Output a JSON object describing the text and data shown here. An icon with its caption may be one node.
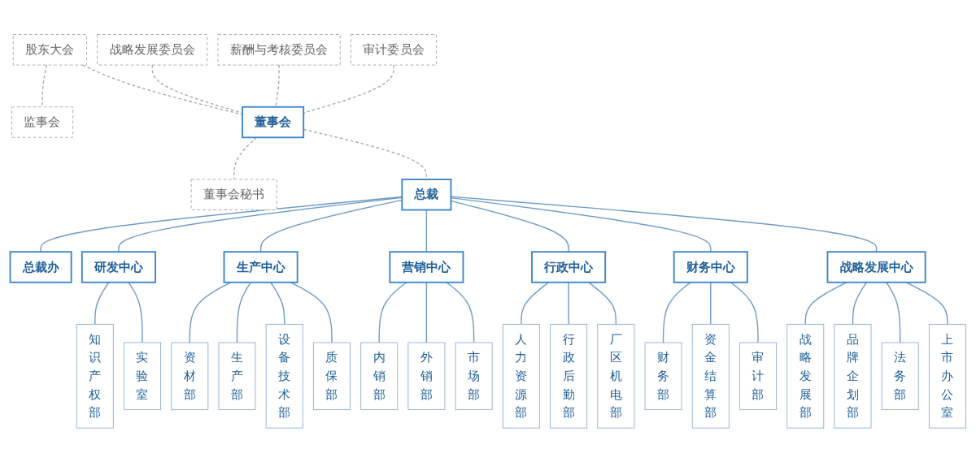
{
  "diagram": {
    "nodes": [
      {
        "text": [
          "股东大会"
        ]
      },
      {
        "text": [
          "监事会"
        ]
      },
      {
        "text": [
          "战略发展委员会"
        ]
      },
      {
        "text": [
          "薪酬与考核委员会"
        ]
      },
      {
        "text": [
          "审计委员会"
        ]
      },
      {
        "text": [
          "董事会"
        ]
      },
      {
        "text": [
          "董事会秘书"
        ]
      },
      {
        "text": [
          "总裁"
        ]
      },
      {
        "text": [
          "总裁办"
        ]
      },
      {
        "text": [
          "研发中心"
        ]
      },
      {
        "text": [
          "生产中心"
        ]
      },
      {
        "text": [
          "营销中心"
        ]
      },
      {
        "text": [
          "行政中心"
        ]
      },
      {
        "text": [
          "财务中心"
        ]
      },
      {
        "text": [
          "战略发展中心"
        ]
      },
      {
        "text": [
          "知识产权部"
        ]
      },
      {
        "text": [
          "实验室"
        ]
      },
      {
        "text": [
          "资材部"
        ]
      },
      {
        "text": [
          "生产部"
        ]
      },
      {
        "text": [
          "设备技术部"
        ]
      },
      {
        "text": [
          "质保部"
        ]
      },
      {
        "text": [
          "内销部"
        ]
      },
      {
        "text": [
          "外销部"
        ]
      },
      {
        "text": [
          "市场部"
        ]
      },
      {
        "text": [
          "人力资源部"
        ]
      },
      {
        "text": [
          "行政后勤部"
        ]
      },
      {
        "text": [
          "厂区机电部"
        ]
      },
      {
        "text": [
          "财务部"
        ]
      },
      {
        "text": [
          "资金结算部"
        ]
      },
      {
        "text": [
          "审计部"
        ]
      },
      {
        "text": [
          "战略发展部"
        ]
      },
      {
        "text": [
          "品牌企划部"
        ]
      },
      {
        "text": [
          "法务部"
        ]
      },
      {
        "text": [
          "上市办公室"
        ]
      }
    ],
    "edges": [
      {
        "from": 0,
        "to": 5,
        "arrow": "none",
        "style": "dashed",
        "color": "#aaaaaa"
      },
      {
        "from": 0,
        "to": 1,
        "arrow": "none",
        "style": "dashed",
        "color": "#aaaaaa"
      },
      {
        "from": 2,
        "to": 5,
        "arrow": "none",
        "style": "dashed",
        "color": "#aaaaaa"
      },
      {
        "from": 3,
        "to": 5,
        "arrow": "none",
        "style": "dashed",
        "color": "#aaaaaa"
      },
      {
        "from": 4,
        "to": 5,
        "arrow": "none",
        "style": "dashed",
        "color": "#aaaaaa"
      },
      {
        "from": 5,
        "to": 6,
        "arrow": "none",
        "style": "dashed",
        "color": "#aaaaaa"
      },
      {
        "from": 5,
        "to": 7,
        "arrow": "none",
        "style": "dashed",
        "color": "#aaaaaa"
      },
      {
        "from": 7,
        "to": 9,
        "arrow": "none"
      },
      {
        "from": 7,
        "to": 10,
        "arrow": "none"
      },
      {
        "from": 7,
        "to": 11,
        "arrow": "none"
      },
      {
        "from": 7,
        "to": 12,
        "arrow": "none"
      },
      {
        "from": 7,
        "to": 13,
        "arrow": "none"
      },
      {
        "from": 7,
        "to": 14,
        "arrow": "none"
      },
      {
        "from": 7,
        "to": 8,
        "arrow": "none"
      },
      {
        "from": 9,
        "to": 15,
        "arrow": "none"
      },
      {
        "from": 9,
        "to": 16,
        "arrow": "none"
      },
      {
        "from": 10,
        "to": 17,
        "arrow": "none"
      },
      {
        "from": 10,
        "to": 18,
        "arrow": "none"
      },
      {
        "from": 10,
        "to": 19,
        "arrow": "none"
      },
      {
        "from": 10,
        "to": 20,
        "arrow": "none"
      },
      {
        "from": 11,
        "to": 21,
        "arrow": "none"
      },
      {
        "from": 11,
        "to": 22,
        "arrow": "none"
      },
      {
        "from": 11,
        "to": 23,
        "arrow": "none"
      },
      {
        "from": 12,
        "to": 24,
        "arrow": "none"
      },
      {
        "from": 12,
        "to": 25,
        "arrow": "none"
      },
      {
        "from": 12,
        "to": 26,
        "arrow": "none"
      },
      {
        "from": 13,
        "to": 27,
        "arrow": "none"
      },
      {
        "from": 13,
        "to": 28,
        "arrow": "none"
      },
      {
        "from": 13,
        "to": 29,
        "arrow": "none"
      },
      {
        "from": 14,
        "to": 30,
        "arrow": "none"
      },
      {
        "from": 14,
        "to": 31,
        "arrow": "none"
      },
      {
        "from": 14,
        "to": 32,
        "arrow": "none"
      },
      {
        "from": 14,
        "to": 33,
        "arrow": "none"
      }
    ]
  }
}
